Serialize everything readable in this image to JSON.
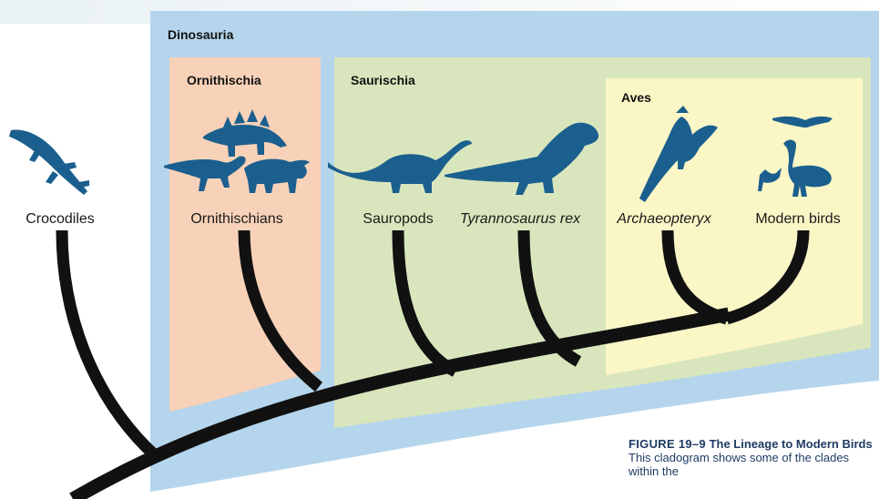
{
  "colors": {
    "dinosauria_panel": "#b5d5ec",
    "ornithischia_panel": "#f8d2b8",
    "saurischia_panel": "#d9e6bd",
    "aves_panel": "#fbf6c6",
    "silhouette": "#1b5f8e",
    "branch": "#111111",
    "caption": "#1f3b63"
  },
  "clades": {
    "dinosauria": "Dinosauria",
    "ornithischia": "Ornithischia",
    "saurischia": "Saurischia",
    "aves": "Aves"
  },
  "taxa": {
    "crocodiles": "Crocodiles",
    "ornithischians": "Ornithischians",
    "sauropods": "Sauropods",
    "trex": "Tyrannosaurus rex",
    "archaeopteryx": "Archaeopteryx",
    "modern_birds": "Modern birds"
  },
  "icons": [
    "crocodile-icon",
    "stegosaurus-icon",
    "iguanodon-icon",
    "triceratops-icon",
    "sauropod-icon",
    "tyrannosaurus-icon",
    "archaeopteryx-icon",
    "eagle-icon",
    "ostrich-icon",
    "small-bird-icon"
  ],
  "caption": {
    "figure": "FIGURE 19–9",
    "title": "The Lineage to Modern Birds",
    "text": "This cladogram shows some of the clades within the"
  }
}
